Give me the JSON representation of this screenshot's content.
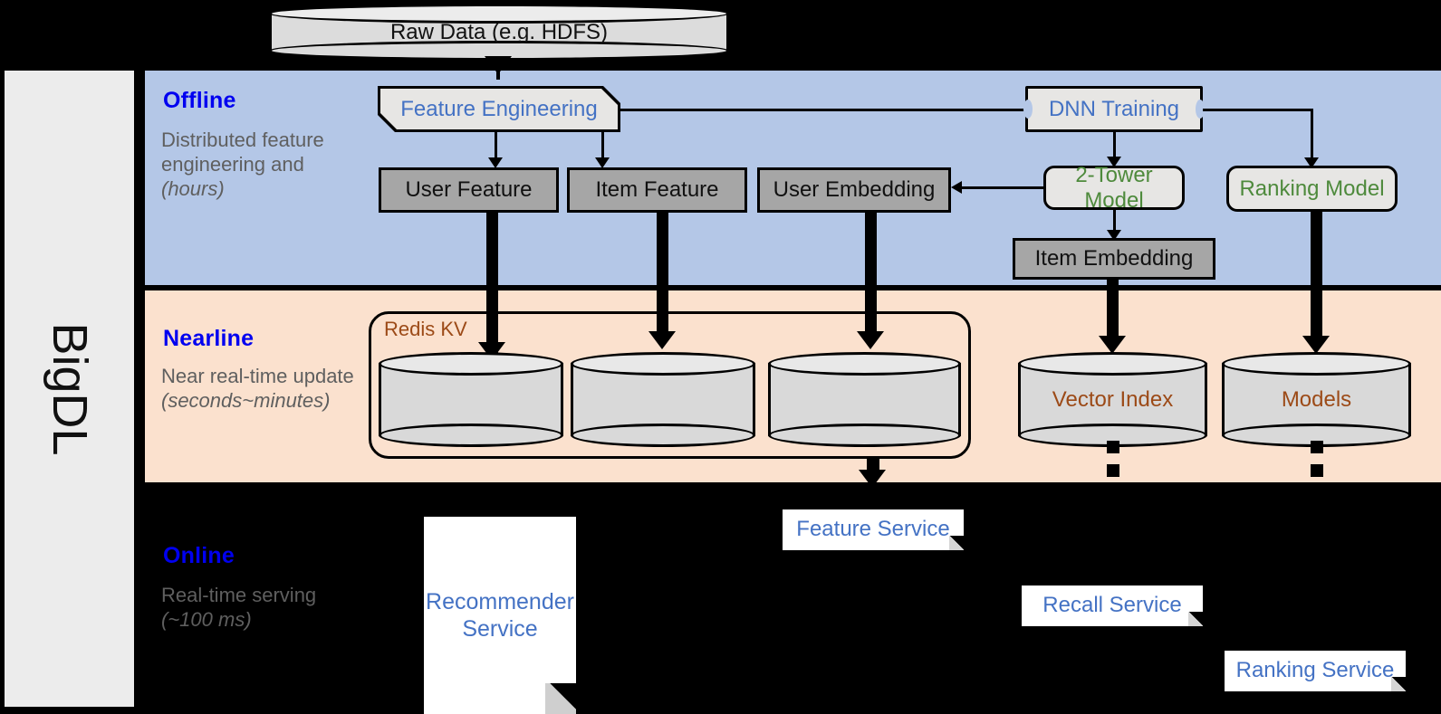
{
  "framework": {
    "name": "BigDL"
  },
  "source": {
    "label": "Raw Data (e.g. HDFS)"
  },
  "bands": {
    "offline": {
      "title": "Offline",
      "subtitle": "Distributed feature engineering and ",
      "subtitle_italic": "(hours)",
      "color": "#b4c7e7"
    },
    "nearline": {
      "title": "Nearline",
      "subtitle": "Near real-time update ",
      "subtitle_italic": "(seconds~minutes)",
      "color": "#fbe1ce"
    },
    "online": {
      "title": "Online",
      "subtitle": "Real-time serving ",
      "subtitle_italic": "(~100 ms)",
      "color": "#000000"
    }
  },
  "offline_nodes": {
    "feature_engineering": "Feature Engineering",
    "dnn_training": "DNN Training",
    "user_feature": "User Feature",
    "item_feature": "Item Feature",
    "user_embedding": "User Embedding",
    "two_tower_model": "2-Tower Model",
    "ranking_model": "Ranking Model",
    "item_embedding": "Item Embedding"
  },
  "nearline_nodes": {
    "redis_kv": "Redis KV",
    "store_user_feature": "",
    "store_item_feature": "",
    "store_user_embedding": "",
    "vector_index": "Vector Index",
    "models": "Models"
  },
  "online_nodes": {
    "recommender_service": "Recommender Service",
    "feature_service": "Feature Service",
    "recall_service": "Recall Service",
    "ranking_service": "Ranking Service"
  },
  "colors": {
    "band_offline": "#b4c7e7",
    "band_nearline": "#fbe1ce",
    "band_online": "#000000",
    "title_blue": "#0000f0",
    "node_blue": "#4472c4",
    "node_green": "#4e8a3c",
    "store_brown": "#9c4a17",
    "gray_fill": "#a6a6a6",
    "light_fill": "#e7e6e4",
    "sidebar_fill": "#ececec"
  }
}
